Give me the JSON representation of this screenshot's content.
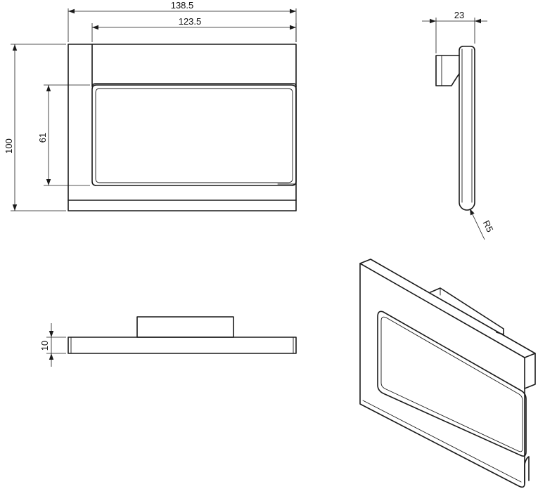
{
  "dimensions": {
    "overall_width": "138.5",
    "inner_width": "123.5",
    "overall_height": "100",
    "inner_height": "61",
    "depth": "23",
    "thickness": "10",
    "radius": "R5"
  },
  "colors": {
    "line": "#1a1a1a",
    "background": "#ffffff"
  }
}
